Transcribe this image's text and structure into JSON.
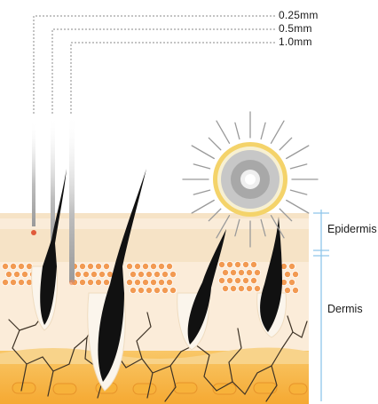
{
  "needle_labels": [
    "0.25mm",
    "0.5mm",
    "1.0mm"
  ],
  "layer_labels": {
    "epidermis": "Epidermis",
    "dermis": "Dermis"
  },
  "colors": {
    "epidermis": "#f6e3c6",
    "dermis": "#fbecd9",
    "fat_band": "#f7b640",
    "cells": "#f29a52",
    "hair": "#111111",
    "roots": "#4a3b2a",
    "guide_line": "#8a8a8a",
    "scale_bar": "#8fc5ea",
    "halo": "#f4d36a"
  },
  "icons": [
    "needle-icon",
    "hair-follicle-icon",
    "light-burst-icon",
    "skin-cell-icon"
  ]
}
